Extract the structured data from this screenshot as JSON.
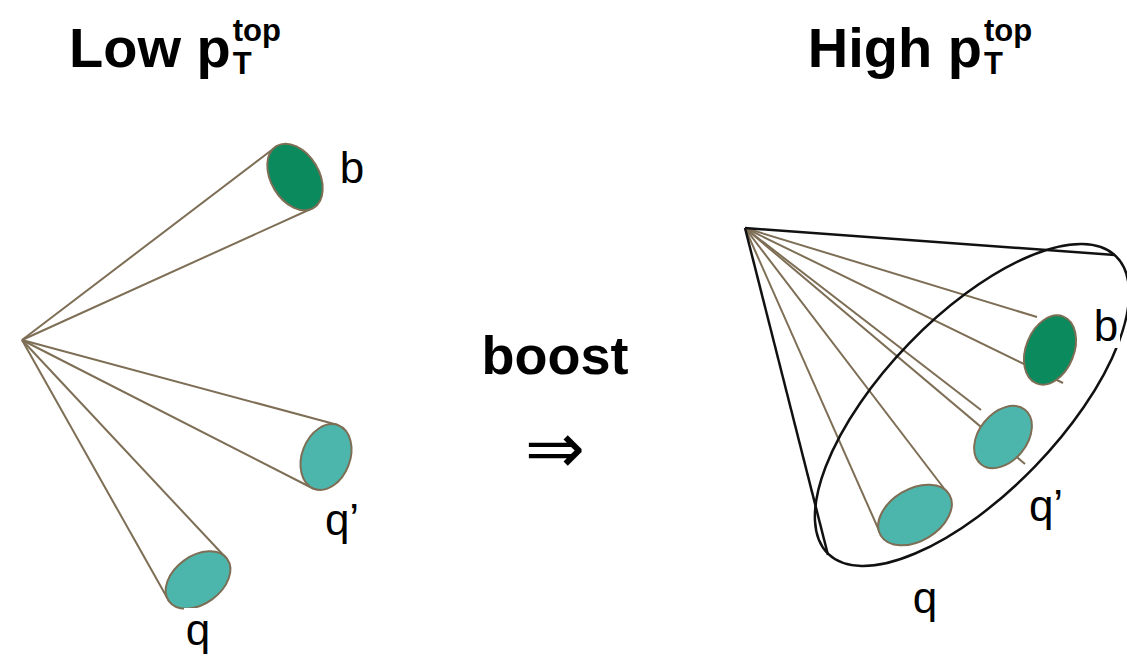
{
  "diagram": {
    "labels": [
      "Low p",
      "T",
      "top",
      "High p",
      "T",
      "top",
      "boost",
      "⇒",
      "b",
      "q’",
      "q",
      "b",
      "q’",
      "q"
    ]
  }
}
